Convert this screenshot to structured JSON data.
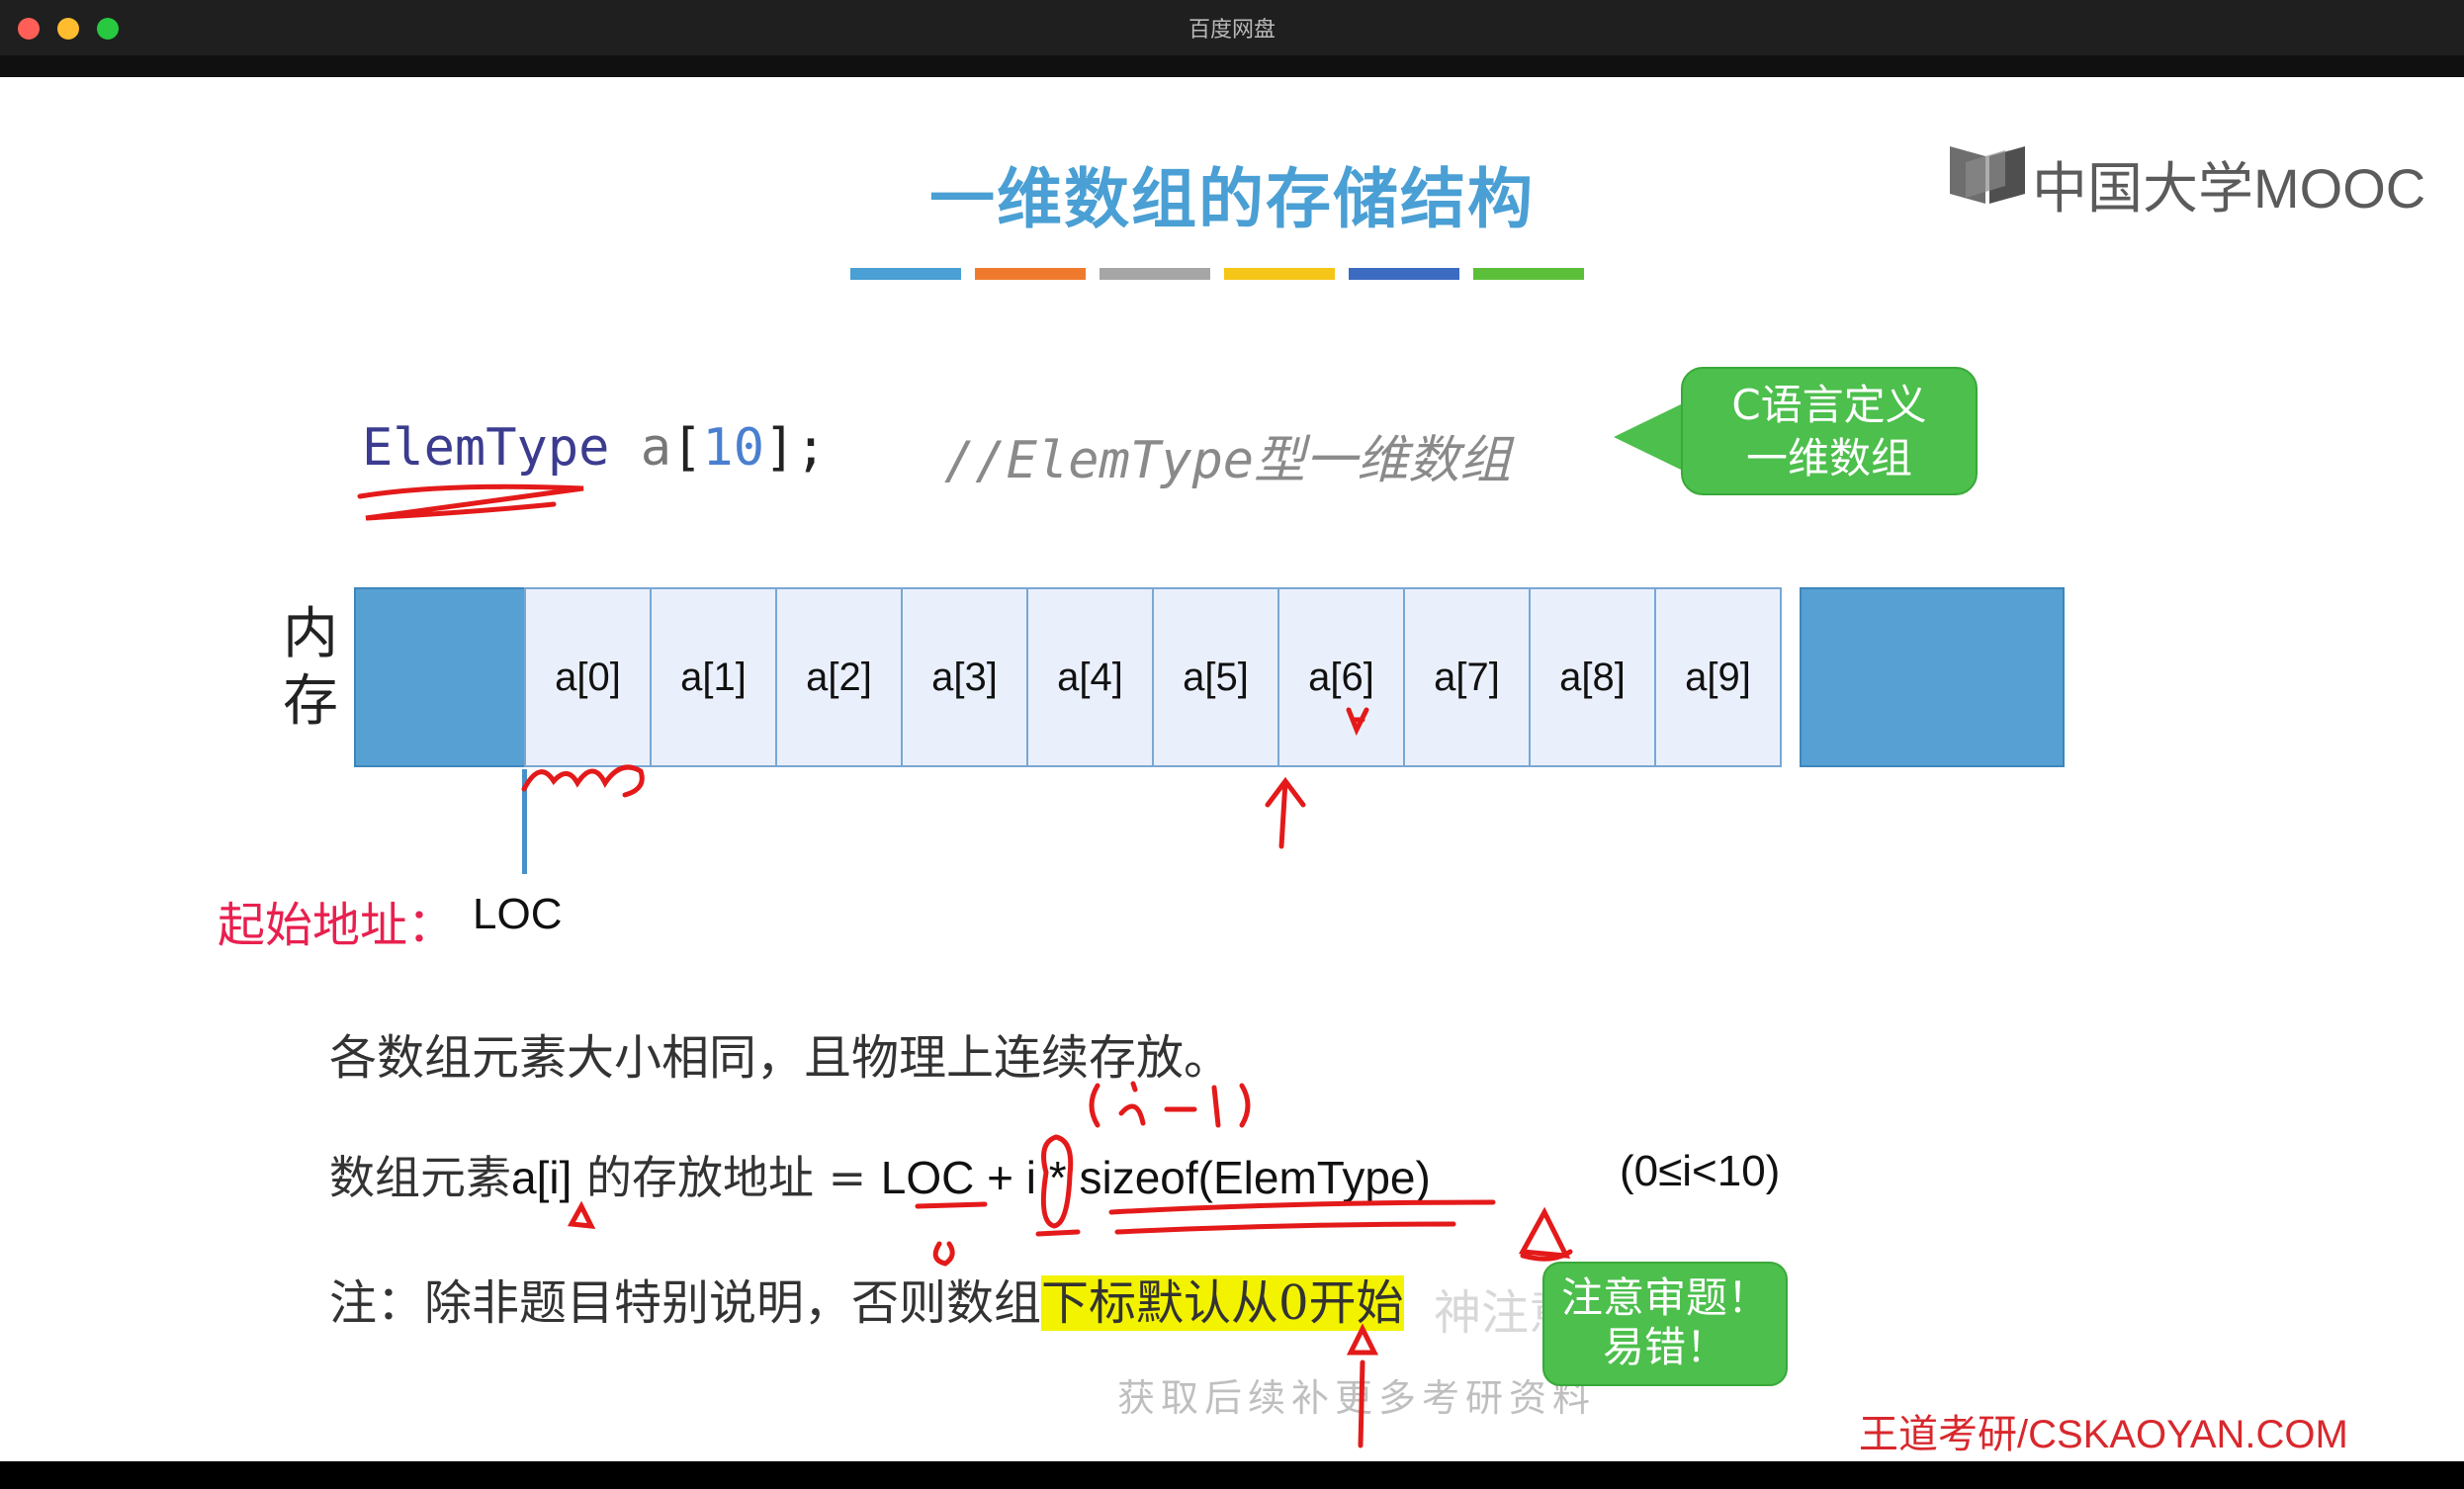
{
  "window": {
    "title": "百度网盘"
  },
  "slide": {
    "title": "一维数组的存储结构",
    "color_bars": [
      "#4a9fd4",
      "#ef7a2d",
      "#a6a6a6",
      "#f5c518",
      "#3c6bc2",
      "#5cbf3a"
    ],
    "logo_text": "中国大学MOOC",
    "code": {
      "type": "ElemType",
      "name": "a",
      "open": "[",
      "size": "10",
      "close": "];"
    },
    "comment": "//ElemType型一维数组",
    "bubble_line1": "C语言定义",
    "bubble_line2": "一维数组",
    "memory_label_1": "内",
    "memory_label_2": "存",
    "cells": [
      "a[0]",
      "a[1]",
      "a[2]",
      "a[3]",
      "a[4]",
      "a[5]",
      "a[6]",
      "a[7]",
      "a[8]",
      "a[9]"
    ],
    "start_label": "起始地址：",
    "start_value": "LOC",
    "line1": "各数组元素大小相同，且物理上连续存放。",
    "line2_prefix": "数组元素",
    "line2_ai": "a[i]",
    "line2_mid": " 的存放地址 = ",
    "line2_formula": "LOC + i * sizeof(ElemType)",
    "line2_range": "(0≤i<10)",
    "line3_prefix": "注：除非题目特别说明，否则数组",
    "line3_highlight": "下标默认从0开始",
    "watermark_1": "神注意审题！",
    "watermark_2": "获取后续补更多考研资料",
    "note_bubble_1": "注意审题！",
    "note_bubble_2": "易错！",
    "brand": "王道考研/CSKAOYAN.COM",
    "ink_note_1": "(i-1)",
    "ink_note_2": "0"
  }
}
